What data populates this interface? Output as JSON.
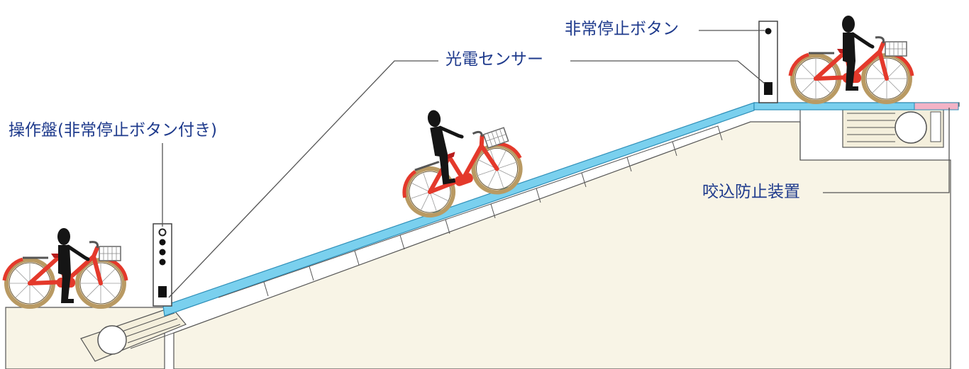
{
  "labels": {
    "stop_button": "非常停止ボタン",
    "photo_sensor": "光電センサー",
    "control_panel": "操作盤(非常停止ボタン付き)",
    "anti_entrapment": "咬込防止装置"
  },
  "colors": {
    "label_text": "#1e3a8c",
    "belt": "#7ad0ee",
    "belt_edge": "#2f8fb8",
    "wall": "#f8f4e6",
    "bike_frame": "#e4392b",
    "bike_tire": "#b99a63",
    "rider": "#151515"
  }
}
